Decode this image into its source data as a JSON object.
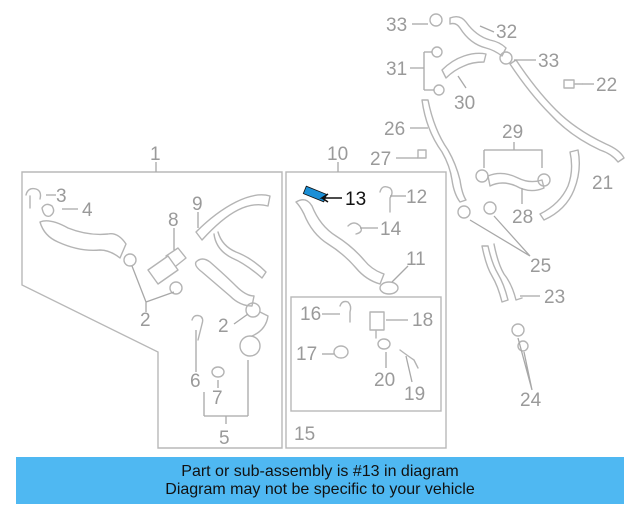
{
  "diagram": {
    "labels": {
      "n1": "1",
      "n2a": "2",
      "n2b": "2",
      "n3": "3",
      "n4": "4",
      "n5": "5",
      "n6": "6",
      "n7": "7",
      "n8": "8",
      "n9": "9",
      "n10": "10",
      "n11": "11",
      "n12": "12",
      "n13": "13",
      "n14": "14",
      "n15": "15",
      "n16": "16",
      "n17": "17",
      "n18": "18",
      "n19": "19",
      "n20": "20",
      "n21": "21",
      "n22": "22",
      "n23": "23",
      "n24": "24",
      "n25": "25",
      "n26": "26",
      "n27": "27",
      "n28": "28",
      "n29": "29",
      "n30": "30",
      "n31": "31",
      "n32": "32",
      "n33a": "33",
      "n33b": "33"
    },
    "highlighted_part": "13",
    "highlight_color": "#1a8fd6"
  },
  "caption": {
    "line1": "Part or sub-assembly is #13 in diagram",
    "line2": "Diagram may not be specific to your vehicle"
  },
  "colors": {
    "caption_bg": "#4fb8f2",
    "line_art": "#b4b4b4"
  }
}
